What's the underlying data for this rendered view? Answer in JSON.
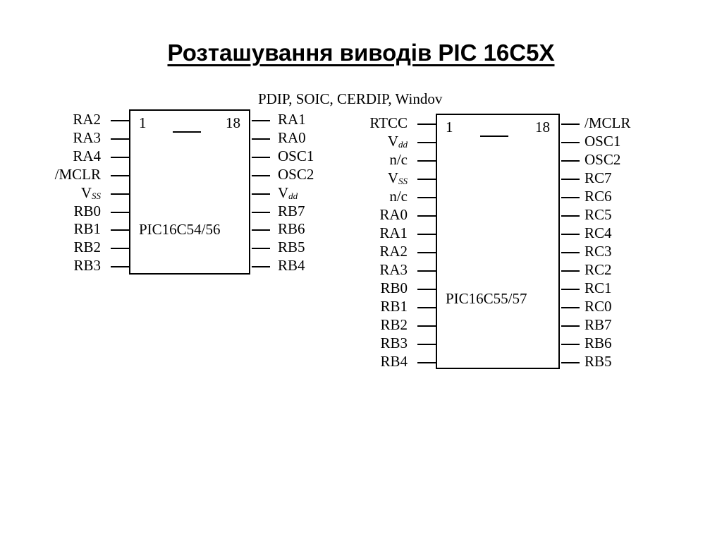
{
  "title": "Розташування виводів PIC 16C5X",
  "package_label": "PDIP, SOIC, CERDIP, Windov",
  "chip_a": {
    "part": "PIC16C54/56",
    "pin1": "1",
    "pin18": "18",
    "left_pins": [
      {
        "main": "RA2"
      },
      {
        "main": "RA3"
      },
      {
        "main": "RA4"
      },
      {
        "main": "/MCLR"
      },
      {
        "main": "V",
        "sub": "SS"
      },
      {
        "main": "RB0"
      },
      {
        "main": "RB1"
      },
      {
        "main": "RB2"
      },
      {
        "main": "RB3"
      }
    ],
    "right_pins": [
      {
        "main": "RA1"
      },
      {
        "main": "RA0"
      },
      {
        "main": "OSC1"
      },
      {
        "main": "OSC2"
      },
      {
        "main": "V",
        "sub": "dd"
      },
      {
        "main": "RB7"
      },
      {
        "main": "RB6"
      },
      {
        "main": "RB5"
      },
      {
        "main": "RB4"
      }
    ]
  },
  "chip_b": {
    "part": "PIC16C55/57",
    "pin1": "1",
    "pin18": "18",
    "left_pins": [
      {
        "main": "RTCC"
      },
      {
        "main": "V",
        "sub": "dd"
      },
      {
        "main": "n/c"
      },
      {
        "main": "V",
        "sub": "SS"
      },
      {
        "main": "n/c"
      },
      {
        "main": "RA0"
      },
      {
        "main": "RA1"
      },
      {
        "main": "RA2"
      },
      {
        "main": "RA3"
      },
      {
        "main": "RB0"
      },
      {
        "main": "RB1"
      },
      {
        "main": "RB2"
      },
      {
        "main": "RB3"
      },
      {
        "main": "RB4"
      }
    ],
    "right_pins": [
      {
        "main": "/MCLR"
      },
      {
        "main": "OSC1"
      },
      {
        "main": "OSC2"
      },
      {
        "main": "RC7"
      },
      {
        "main": "RC6"
      },
      {
        "main": "RC5"
      },
      {
        "main": "RC4"
      },
      {
        "main": "RC3"
      },
      {
        "main": "RC2"
      },
      {
        "main": "RC1"
      },
      {
        "main": "RC0"
      },
      {
        "main": "RB7"
      },
      {
        "main": "RB6"
      },
      {
        "main": "RB5"
      }
    ]
  }
}
